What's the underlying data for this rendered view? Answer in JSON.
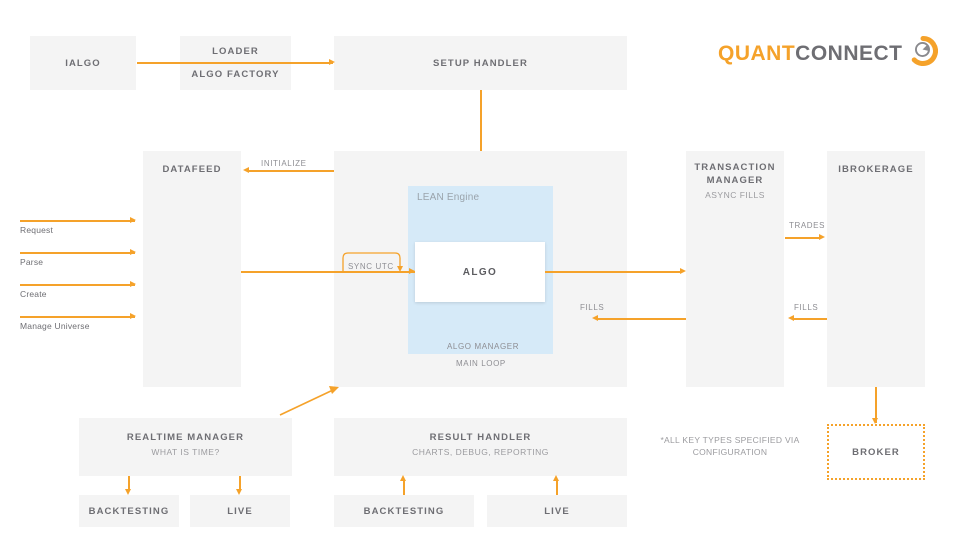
{
  "brand": {
    "name_part1": "QUANT",
    "name_part2": "CONNECT",
    "logo_icon": "quantconnect-ring-icon",
    "accent_color": "#f5a22a",
    "gray_color": "#6e6e73",
    "box_fill": "#f4f4f4",
    "engine_fill": "#d6eaf8"
  },
  "boxes": {
    "ialgo": {
      "title": "IALGO"
    },
    "loader": {
      "title": "LOADER"
    },
    "algo_factory": {
      "title": "ALGO FACTORY"
    },
    "setup_handler": {
      "title": "SETUP HANDLER"
    },
    "datafeed": {
      "title": "DATAFEED"
    },
    "lean_engine": {
      "title": "LEAN Engine"
    },
    "algo": {
      "title": "ALGO"
    },
    "algo_manager": {
      "title": "ALGO MANAGER"
    },
    "main_loop": {
      "title": "MAIN LOOP"
    },
    "transaction_manager": {
      "title": "TRANSACTION MANAGER",
      "subtitle": "ASYNC FILLS"
    },
    "ibrokerage": {
      "title": "IBROKERAGE"
    },
    "broker": {
      "title": "BROKER"
    },
    "realtime_manager": {
      "title": "REALTIME MANAGER",
      "subtitle": "WHAT IS TIME?"
    },
    "result_handler": {
      "title": "RESULT HANDLER",
      "subtitle": "CHARTS, DEBUG, REPORTING"
    },
    "rt_backtesting": {
      "title": "BACKTESTING"
    },
    "rt_live": {
      "title": "LIVE"
    },
    "rh_backtesting": {
      "title": "BACKTESTING"
    },
    "rh_live": {
      "title": "LIVE"
    }
  },
  "edge_labels": {
    "initialize": "INITIALIZE",
    "sync_utc": "SYNC UTC",
    "trades": "TRADES",
    "fills_left": "FILLS",
    "fills_right": "FILLS"
  },
  "inputs": [
    {
      "label": "Request"
    },
    {
      "label": "Parse"
    },
    {
      "label": "Create"
    },
    {
      "label": "Manage Universe"
    }
  ],
  "footnote": "*ALL KEY TYPES SPECIFIED VIA CONFIGURATION"
}
